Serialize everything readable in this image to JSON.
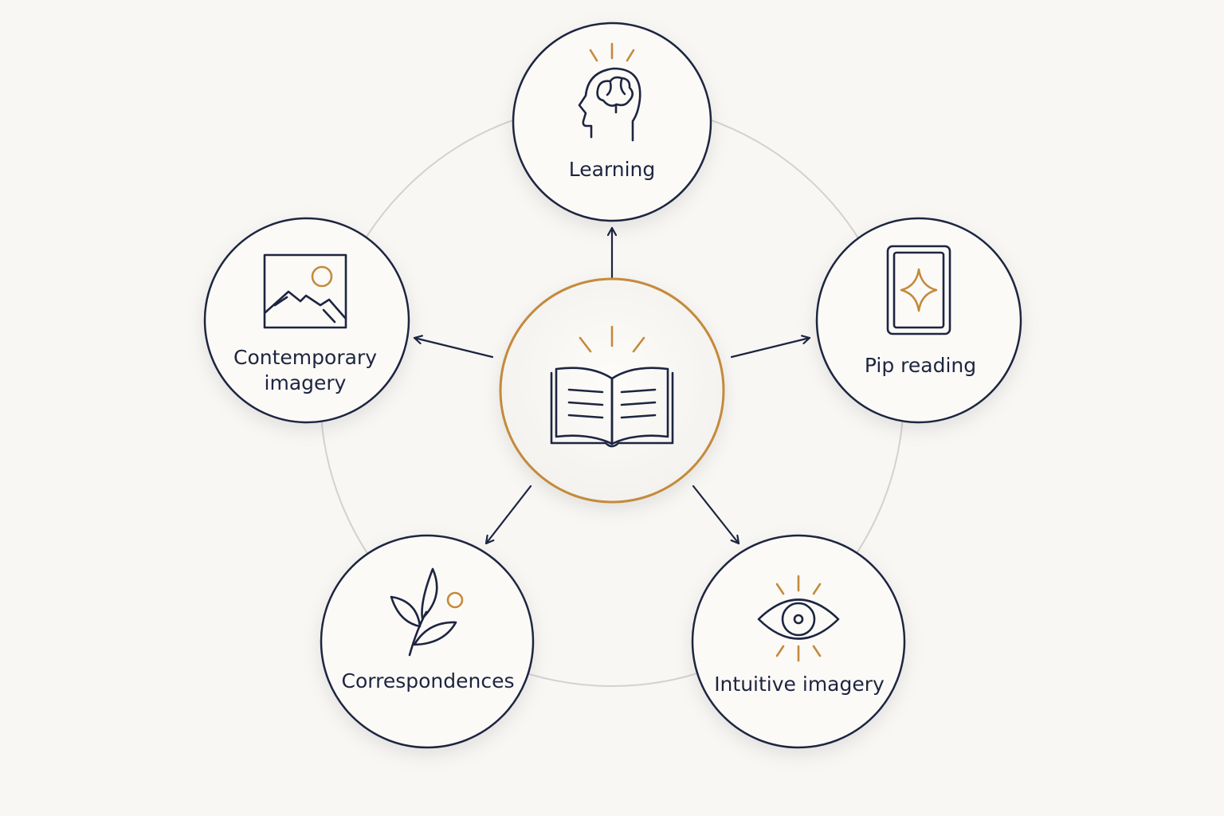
{
  "diagram": {
    "center": {
      "icon": "open-book-icon"
    },
    "nodes": {
      "learning": {
        "label": "Learning",
        "icon": "head-brain-icon"
      },
      "pip_reading": {
        "label": "Pip reading",
        "icon": "card-star-icon"
      },
      "intuitive_imagery": {
        "label": "Intuitive imagery",
        "icon": "eye-icon"
      },
      "correspondences": {
        "label": "Correspondences",
        "icon": "leaf-sprig-icon"
      },
      "contemporary_imagery": {
        "label_line1": "Contemporary",
        "label_line2": "imagery",
        "icon": "landscape-image-icon"
      }
    }
  },
  "colors": {
    "background": "#f8f7f4",
    "ink": "#1d2540",
    "accent": "#c48a3c",
    "ring": "#d3d2ce"
  }
}
